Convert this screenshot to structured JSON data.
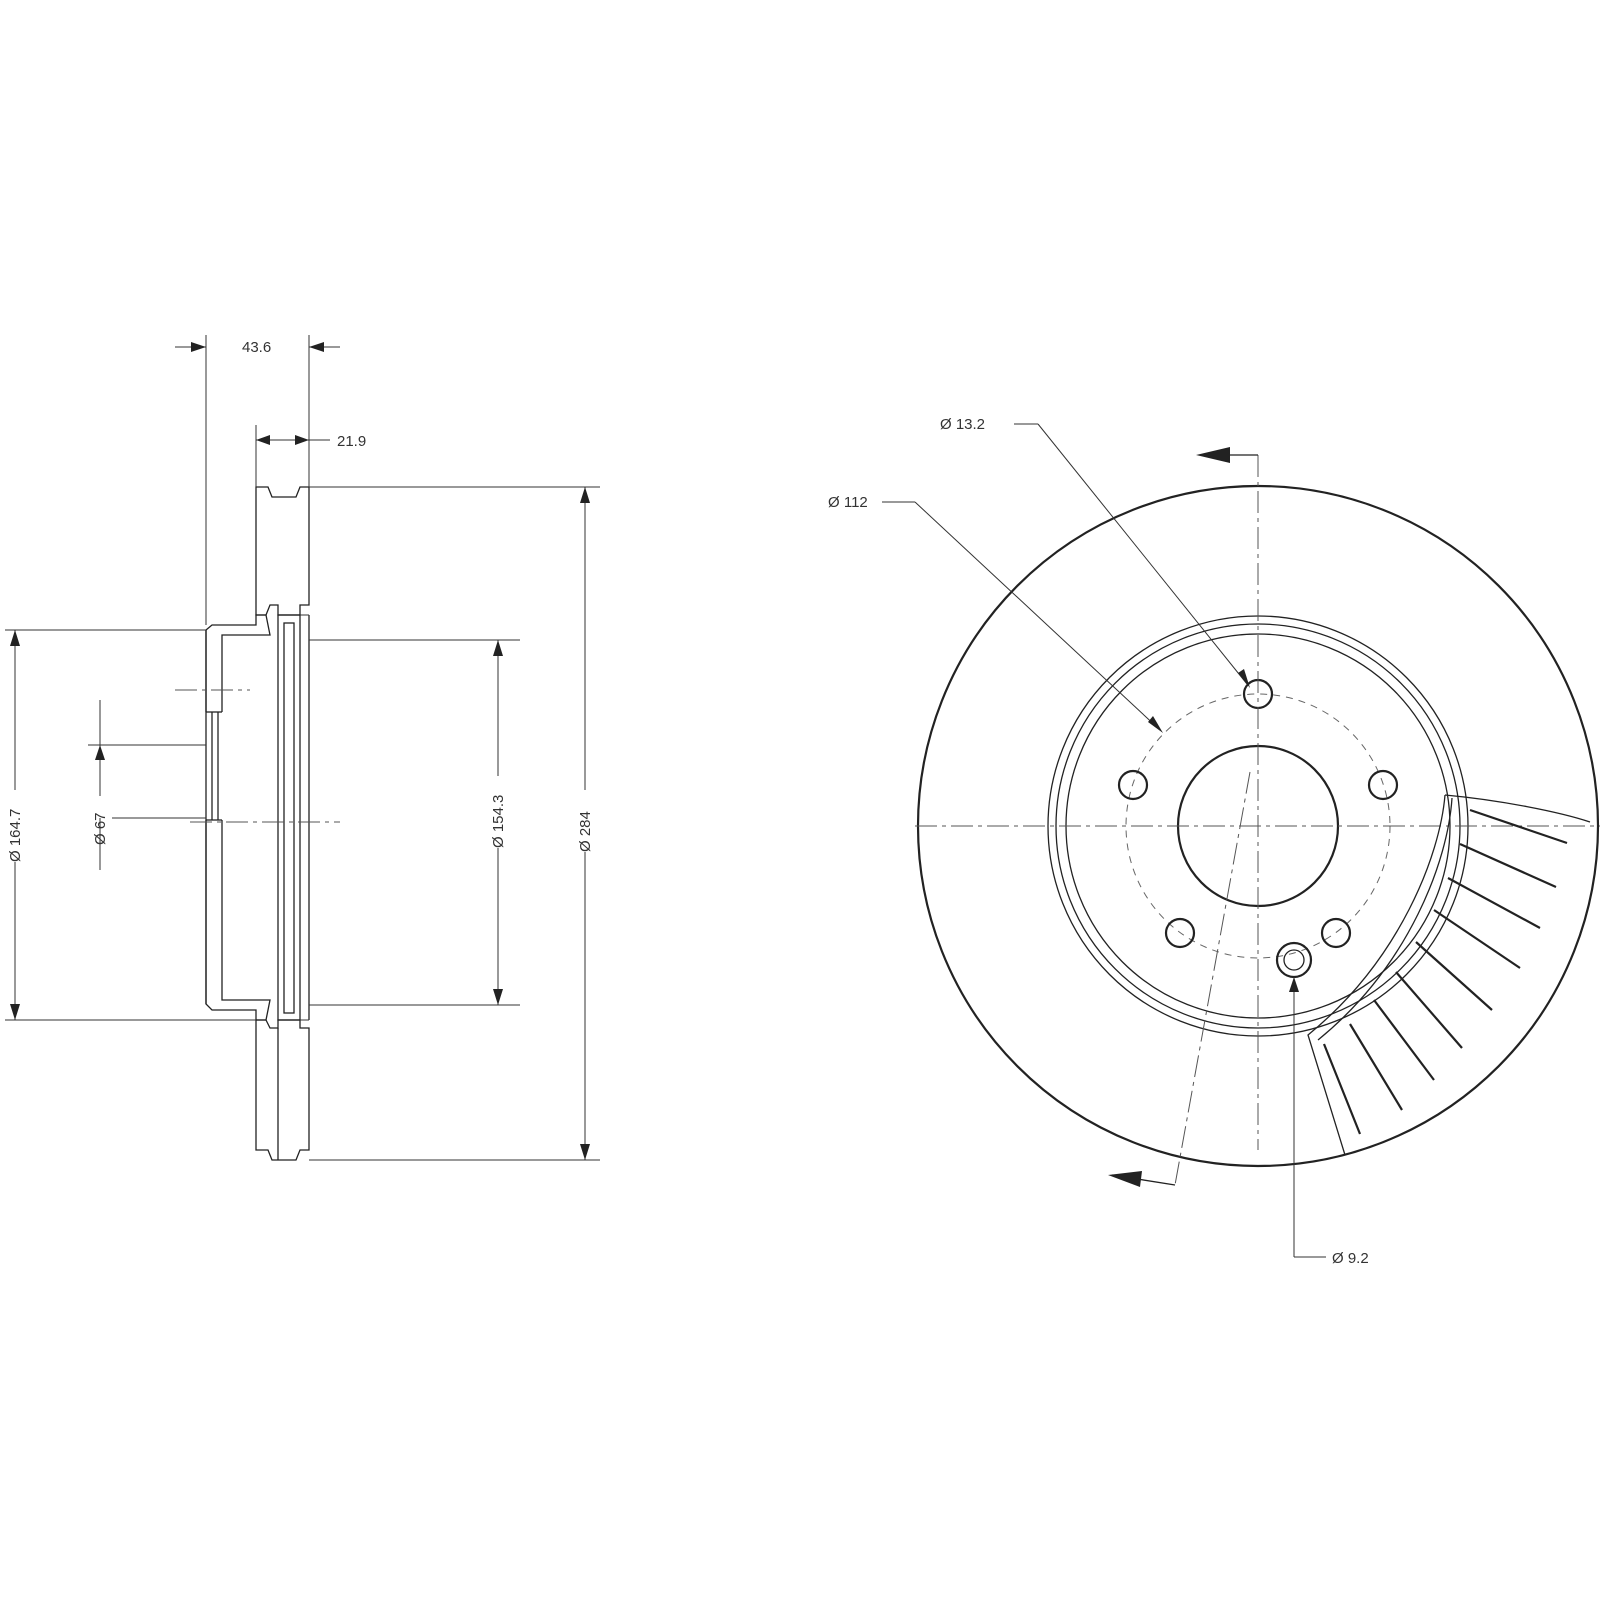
{
  "dimensions": {
    "overall_thickness": "43.6",
    "min_thickness": "21.9",
    "outer_diameter": "Ø 284",
    "hat_outer_diameter": "Ø 164.7",
    "center_bore": "Ø 67",
    "hat_inner_diameter": "Ø 154.3",
    "bolt_hole": "Ø 13.2",
    "bolt_circle": "Ø 112",
    "locating_hole": "Ø 9.2"
  }
}
